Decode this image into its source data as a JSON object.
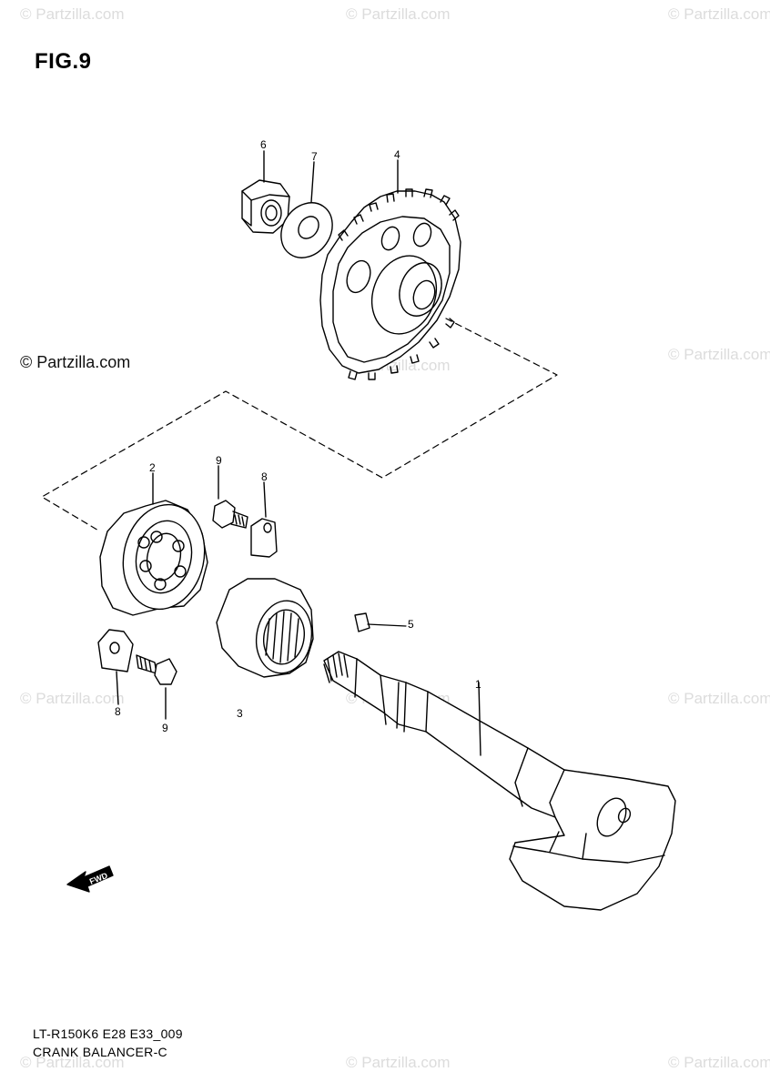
{
  "figure": {
    "title": "FIG.9"
  },
  "caption": {
    "code": "LT-R150K6 E28 E33_009",
    "name": "CRANK BALANCER-C"
  },
  "watermark": {
    "text": "© Partzilla.com",
    "credit": "© Partzilla.com"
  },
  "callouts": {
    "p1": "1",
    "p2": "2",
    "p3": "3",
    "p4": "4",
    "p5": "5",
    "p6": "6",
    "p7": "7",
    "p8a": "8",
    "p8b": "8",
    "p9a": "9",
    "p9b": "9"
  },
  "fwd_label": "FWD"
}
